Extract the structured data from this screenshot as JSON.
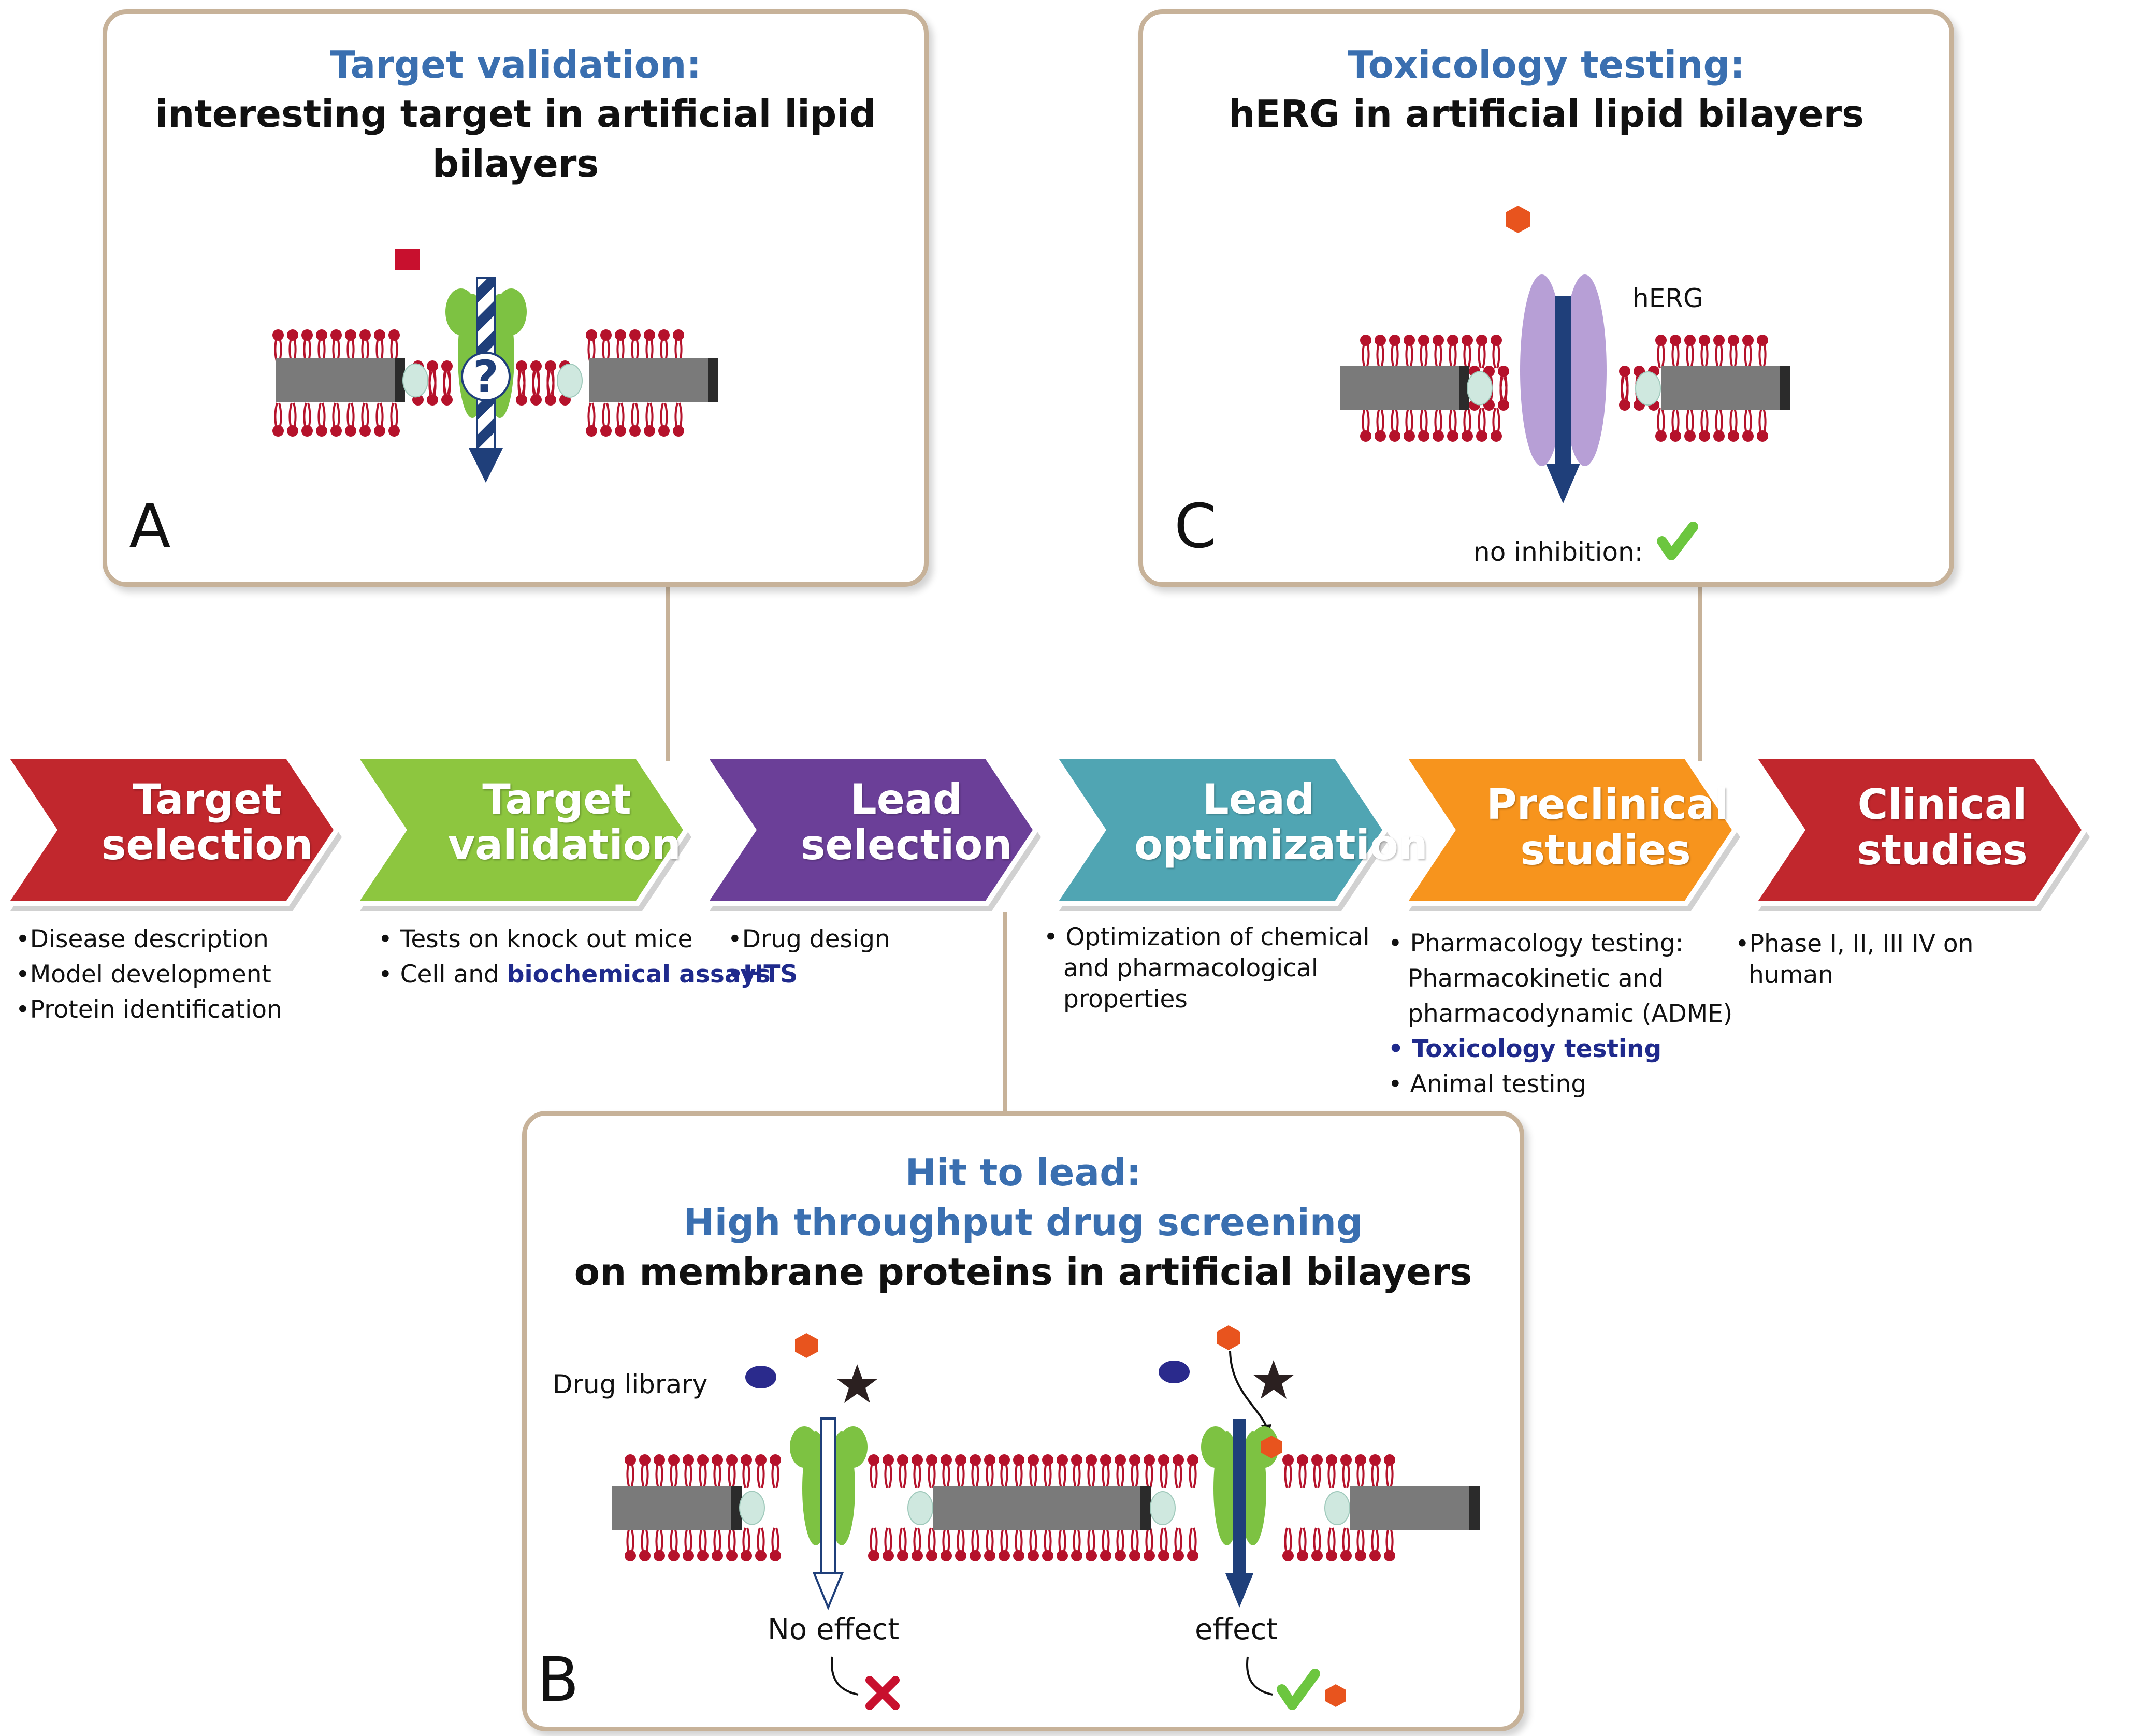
{
  "panels": {
    "a": {
      "title_line1": "Target validation:",
      "title_line2": "interesting target in artificial lipid bilayers",
      "label": "A"
    },
    "c": {
      "title_line1": "Toxicology testing:",
      "title_line2": "hERG in artificial lipid bilayers",
      "channel_label": "hERG",
      "result_text": "no inhibition:",
      "label": "C"
    },
    "b": {
      "title_line1": "Hit to lead:",
      "title_line2": "High throughput drug screening",
      "title_line3": "on membrane proteins in artificial bilayers",
      "library_label": "Drug library",
      "left_result": "No effect",
      "right_result": "effect",
      "label": "B"
    }
  },
  "pipeline": [
    {
      "line1": "Target",
      "line2": "selection",
      "color": "#c1272d"
    },
    {
      "line1": "Target",
      "line2": "validation",
      "color": "#8dc63f"
    },
    {
      "line1": "Lead",
      "line2": "selection",
      "color": "#6b3f98"
    },
    {
      "line1": "Lead",
      "line2": "optimization",
      "color": "#50a5b3"
    },
    {
      "line1": "Preclinical",
      "line2": "studies",
      "color": "#f7941d"
    },
    {
      "line1": "Clinical",
      "line2": "studies",
      "color": "#c1272d"
    }
  ],
  "bullets": {
    "target_selection": [
      "•Disease description",
      "•Model development",
      "•Protein identification"
    ],
    "target_validation": {
      "item1": "• Tests on knock out mice",
      "item2_prefix": "• Cell and ",
      "item2_highlight": "biochemical assays"
    },
    "lead_selection": {
      "item1": "•Drug design",
      "item2": "•HTS"
    },
    "lead_optimization": [
      "• Optimization of chemical",
      "and pharmacological",
      "properties"
    ],
    "preclinical": {
      "item1_line1": "• Pharmacology testing:",
      "item1_line2": "Pharmacokinetic and",
      "item1_line3": "pharmacodynamic (ADME)",
      "item2": "• Toxicology testing",
      "item3": "• Animal testing"
    },
    "clinical": [
      "•Phase I, II, III IV on",
      "human"
    ]
  },
  "colors": {
    "panel_border": "#c7b299",
    "title_blue": "#3a6fb0",
    "highlight_navy": "#1f2a8c",
    "lipid_head": "#b5122b",
    "protein_green": "#7dc242",
    "herg_purple": "#b79fd6",
    "drug_orange": "#e8541e",
    "drug_red": "#c8102e",
    "drug_blue": "#2a2a8c",
    "check_green": "#6cc63f",
    "cross_red": "#c8102e"
  },
  "icons": [
    "question-mark-icon",
    "check-icon",
    "cross-icon",
    "star-icon",
    "hexagon-icon"
  ]
}
